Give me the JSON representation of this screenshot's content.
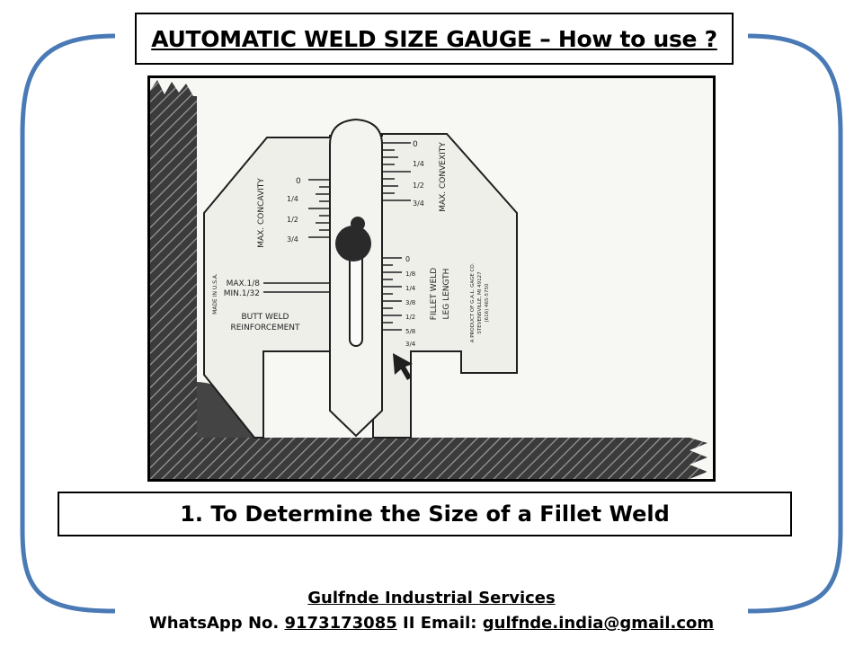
{
  "title": "AUTOMATIC WELD SIZE GAUGE – How to use ?",
  "caption": "1. To Determine the Size of a Fillet Weld",
  "company": "Gulfnde Industrial Services",
  "contact": {
    "whatsapp_label": "WhatsApp No.",
    "whatsapp_number": "9173173085",
    "separator": "II",
    "email_label": "Email:",
    "email": "gulfnde.india@gmail.com"
  },
  "gauge_labels": {
    "max_concavity_left": "MAX. CONCAVITY",
    "max_convexity_right": "MAX. CONVEXITY",
    "made_in": "MADE IN U.S.A.",
    "max_1_8": "MAX.1/8",
    "min_1_32": "MIN.1/32",
    "butt_weld": "BUTT WELD",
    "reinforcement": "REINFORCEMENT",
    "fillet_weld": "FILLET WELD",
    "leg_length": "LEG LENGTH",
    "maker_line1": "A PRODUCT OF G.A.L. GAGE CO.",
    "maker_line2": "STEVENSVILLE, MI 49127",
    "maker_line3": "(616) 465-5750",
    "scale_left": [
      "0",
      "1/4",
      "1/2",
      "3/4"
    ],
    "scale_top_right": [
      "0",
      "1/4",
      "1/2",
      "3/4"
    ],
    "scale_fillet": [
      "0",
      "1/8",
      "1/4",
      "3/8",
      "1/2",
      "5/8",
      "3/4"
    ]
  },
  "colors": {
    "bracket": "#4a7ab5",
    "ink": "#1f1f1f",
    "paper": "#f7f7f4",
    "gauge": "#efefea"
  }
}
